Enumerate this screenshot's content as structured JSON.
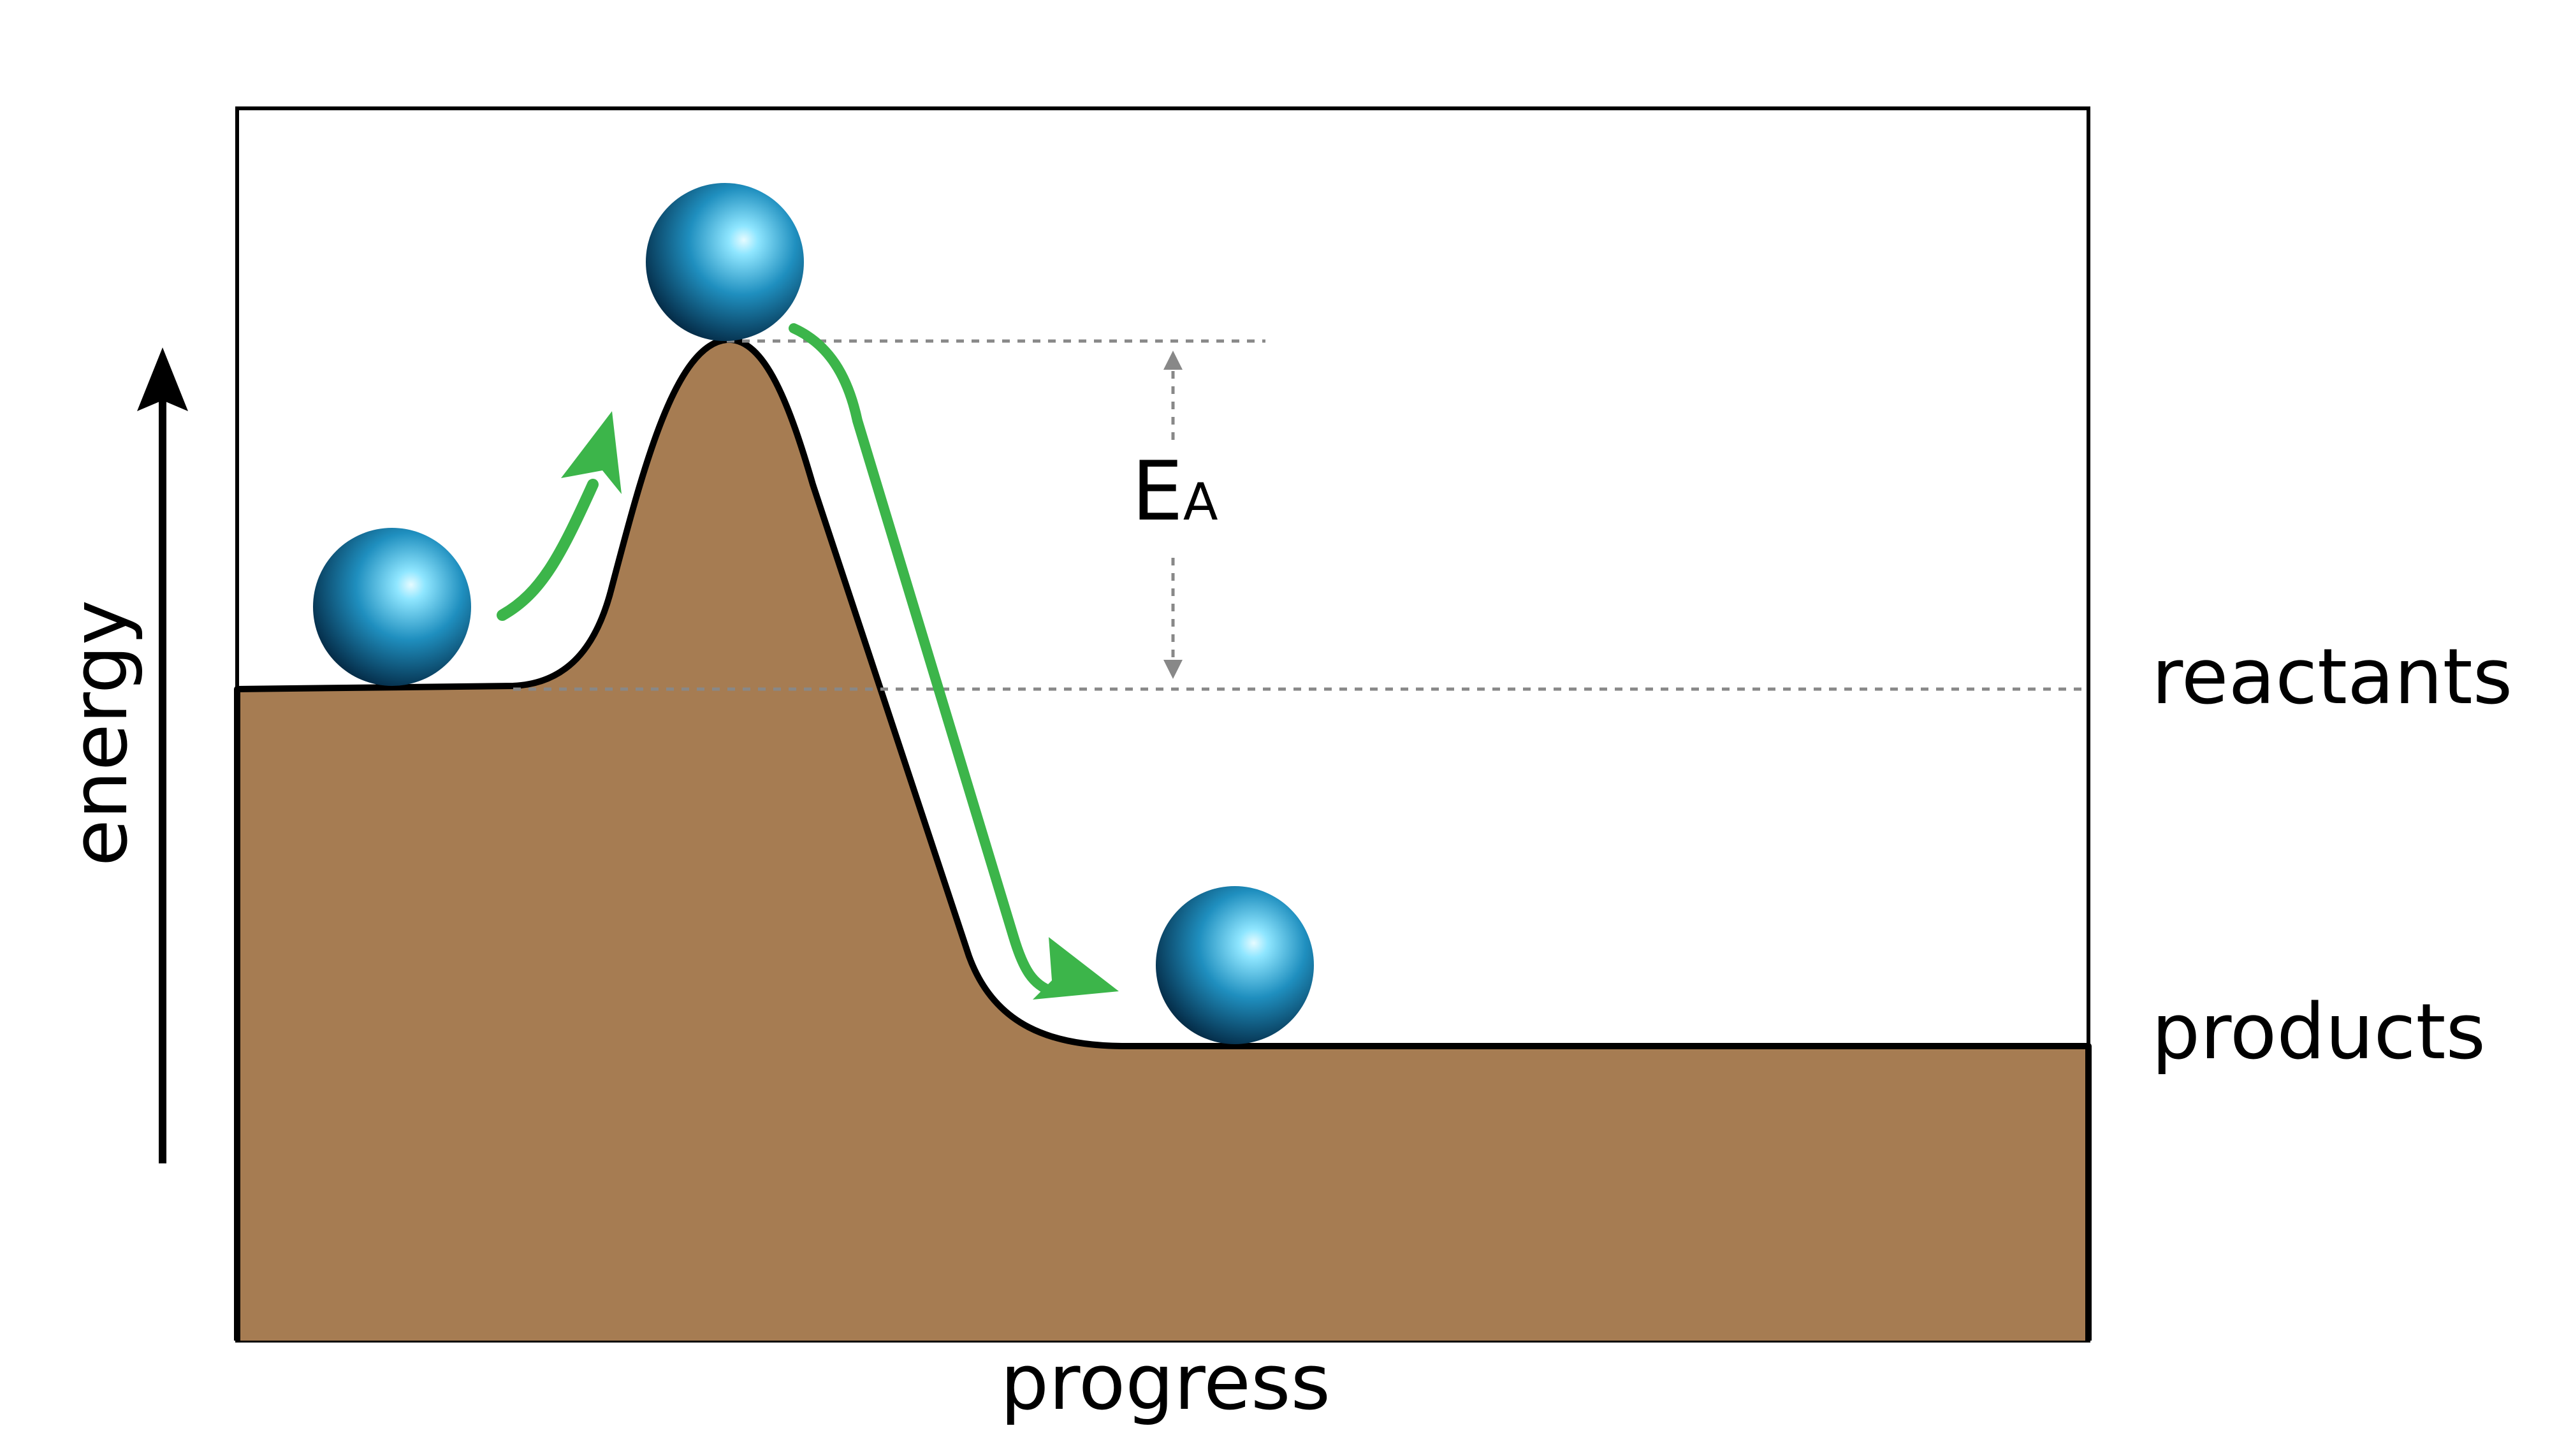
{
  "labels": {
    "energy": "energy",
    "progress": "progress",
    "reactants": "reactants",
    "products": "products",
    "ea_main": "E",
    "ea_sub": "A"
  },
  "colors": {
    "terrain": "#a67c52",
    "outline": "#000000",
    "arrow": "#3cb54a",
    "guide": "#888888",
    "ball_light": "#8fe6ff",
    "ball_mid": "#1f8fbf",
    "ball_dark": "#052b45"
  },
  "icons": [
    "energy-axis-arrow",
    "ball-icon",
    "motion-arrow-icon",
    "ea-double-arrow"
  ]
}
